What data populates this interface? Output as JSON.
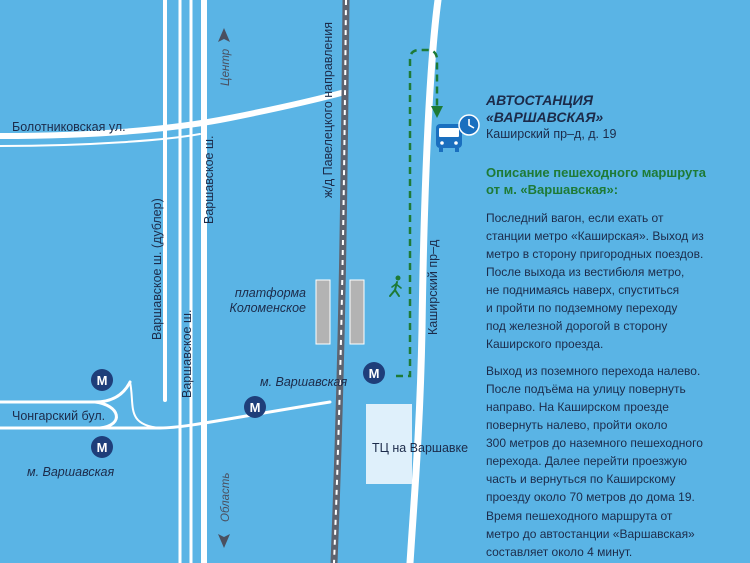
{
  "colors": {
    "background": "#5ab4e5",
    "road": "#ffffff",
    "railway": "#5e6470",
    "route": "#1e7a36",
    "bus": "#1a6fbf",
    "metro": "#1e3e7a",
    "mall": "#dff0fb",
    "platform": "#b3b3b3"
  },
  "labels": {
    "bolotnikovskaya": "Болотниковская ул.",
    "varshavskoe_dubler": "Варшавское ш. (дублер)",
    "varshavskoe_upper": "Варшавское ш.",
    "varshavskoe_lower": "Варшавское ш.",
    "chongarsky": "Чонгарский бул.",
    "metro_left": "м. Варшавская",
    "metro_center": "м. Варшавская",
    "railway": "ж/д Павелецкого направления",
    "platform_line1": "платформа",
    "platform_line2": "Коломенское",
    "kashirsky": "Каширский пр–д",
    "mall": "ТЦ на Варшавке",
    "direction_top": "Центр",
    "direction_bottom": "Область"
  },
  "icons": {
    "metro": "metro-icon",
    "bus": "bus-icon",
    "clock": "clock-icon",
    "pedestrian": "pedestrian-icon",
    "arrow_up": "arrow-up-icon",
    "arrow_down": "arrow-down-icon"
  },
  "metro_letter": "М",
  "station": {
    "title_line1": "АВТОСТАНЦИЯ",
    "title_line2": "«ВАРШАВСКАЯ»",
    "address": "Каширский пр–д, д. 19"
  },
  "route": {
    "heading_line1": "Описание пешеходного маршрута",
    "heading_line2": "от м. «Варшавская»:",
    "paragraph1": [
      "Последний вагон, если ехать от",
      "станции метро «Каширская». Выход из",
      "метро в сторону пригородных поездов.",
      "После выхода из вестибюля метро,",
      "не поднимаясь наверх, спуститься",
      "и пройти по подземному переходу",
      "под железной дорогой в сторону",
      "Каширского проезда."
    ],
    "paragraph2": [
      "Выход из поземного перехода налево.",
      "После подъёма на улицу повернуть",
      "направо. На Каширском проезде",
      "повернуть налево, пройти около",
      "300 метров до наземного пешеходного",
      "перехода. Далее перейти проезжую",
      "часть и вернуться по Каширскому",
      "проезду около 70 метров до дома 19."
    ],
    "paragraph3": [
      "Время пешеходного маршрута от",
      "метро до автостанции «Варшавская»",
      "составляет около 4 минут."
    ]
  }
}
